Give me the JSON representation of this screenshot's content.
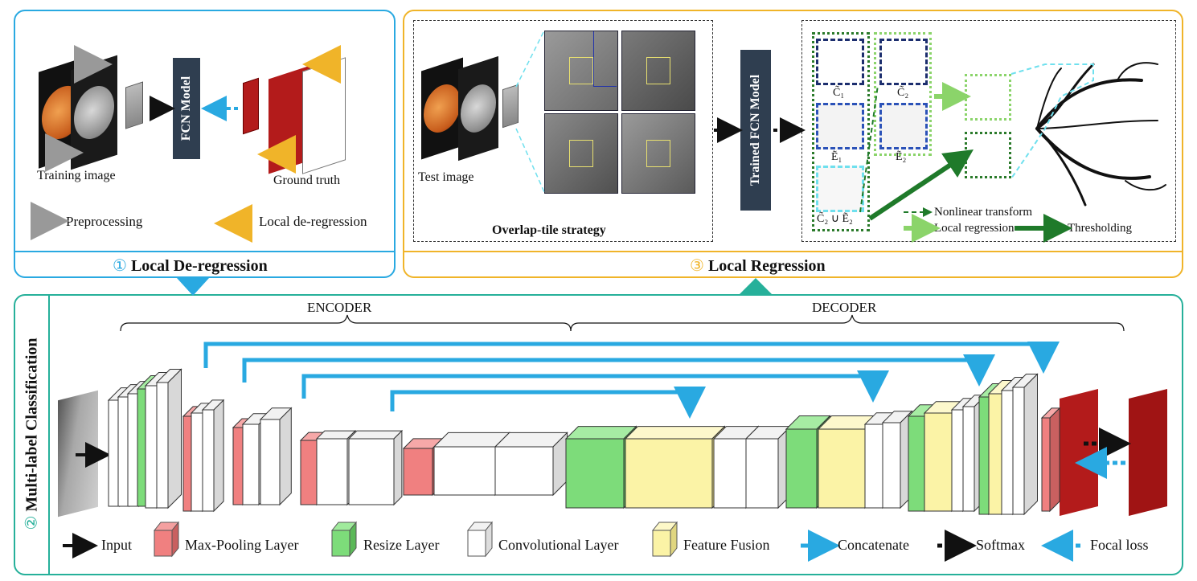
{
  "panel1": {
    "title_number": "①",
    "title": "Local De-regression",
    "training_label": "Training image",
    "model_label": "FCN Model",
    "ground_truth_label": "Ground truth",
    "legend_preprocessing": "Preprocessing",
    "legend_local_dereg": "Local de-regression",
    "border_color": "#29a9e1"
  },
  "panel3": {
    "title_number": "③",
    "title": "Local Regression",
    "test_label": "Test image",
    "overlap_label": "Overlap-tile strategy",
    "model_label": "Trained FCN Model",
    "c1": "C̃₁",
    "c2": "C̃₂",
    "e1": "Ẽ₁",
    "e2": "Ẽ₂",
    "union": "C̃₂ ∪ Ẽ₂",
    "legend_nonlinear": "Nonlinear transform",
    "legend_local_reg": "Local regression",
    "legend_threshold": "Thresholding",
    "border_color": "#f0b429"
  },
  "panel2": {
    "title_number": "②",
    "title": "Multi-label Classification",
    "encoder_label": "ENCODER",
    "decoder_label": "DECODER",
    "border_color": "#26b09a"
  },
  "legend": {
    "input": "Input",
    "maxpool": "Max-Pooling Layer",
    "resize": "Resize Layer",
    "conv": "Convolutional Layer",
    "fusion": "Feature Fusion",
    "concat": "Concatenate",
    "softmax": "Softmax",
    "focal": "Focal loss"
  },
  "colors": {
    "maxpool": "#f08080",
    "resize": "#7ddc7a",
    "conv": "#ffffff",
    "fusion": "#fbf3a6",
    "concat": "#29a9e1",
    "model_box": "#2f3e50",
    "retina": "#d9772b",
    "ground_truth": "#b31b1b"
  }
}
